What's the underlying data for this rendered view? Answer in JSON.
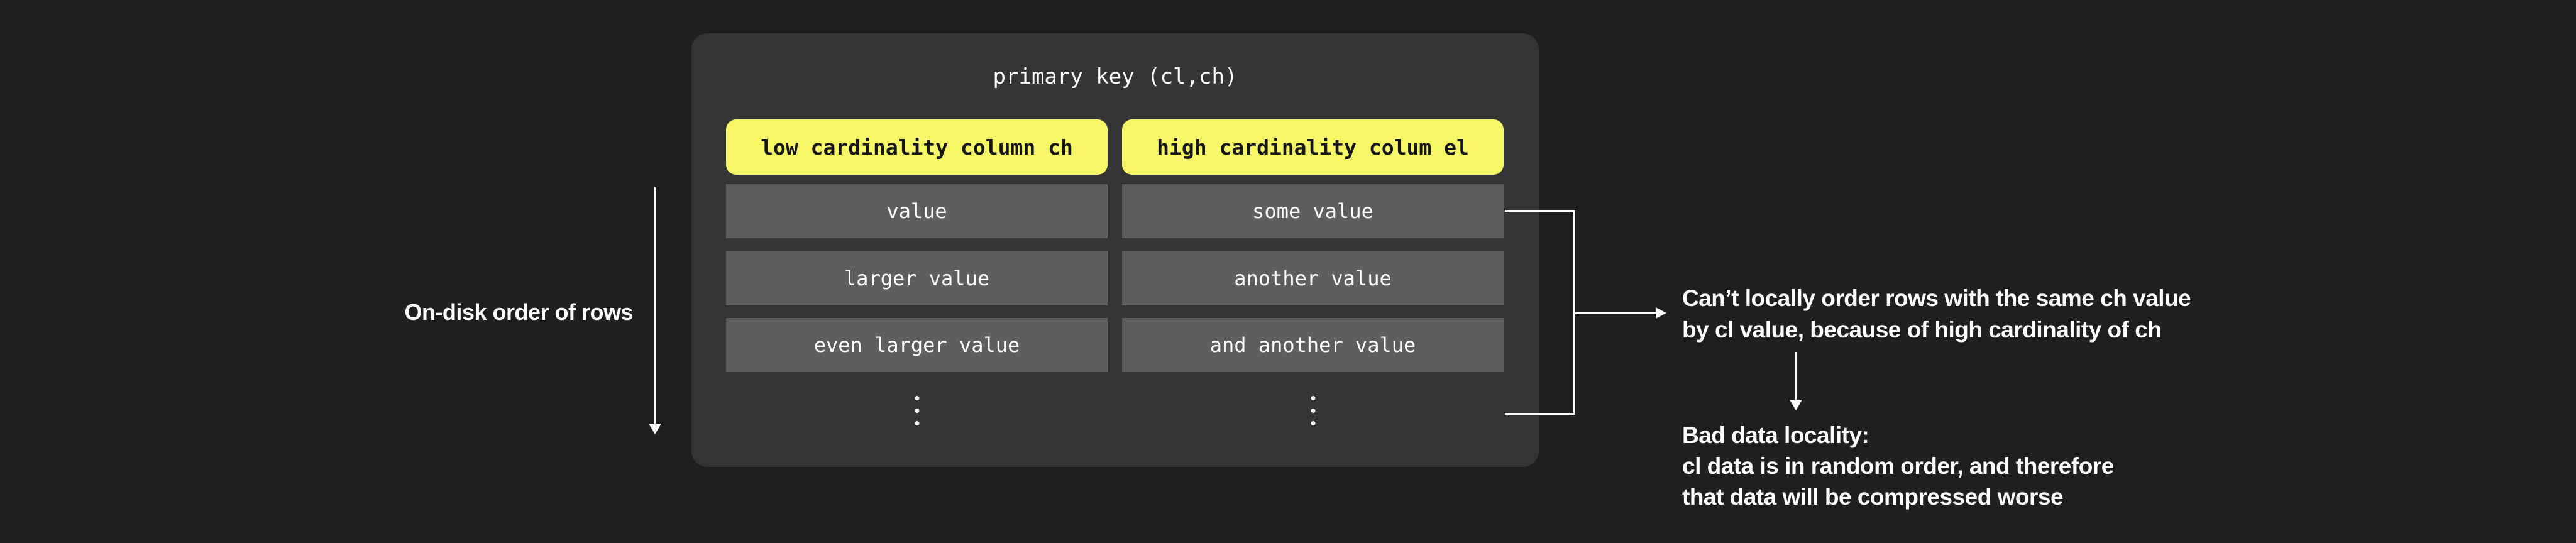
{
  "colors": {
    "background": "#201f1d",
    "panel": "#343434",
    "column_header": "#f7f666",
    "row": "#5e5e5e",
    "text_light": "#ffffff",
    "text_dark": "#161616"
  },
  "panel": {
    "title": "primary key (cl,ch)",
    "columns": [
      {
        "header": "low cardinality column ch",
        "rows": [
          "value",
          "larger value",
          "even larger value"
        ]
      },
      {
        "header": "high cardinality colum el",
        "rows": [
          "some value",
          "another value",
          "and another value"
        ]
      }
    ],
    "ellipsis_icon": "⋮"
  },
  "annotations": {
    "left_label": "On-disk order of rows",
    "note1": {
      "line1": "Can’t locally order rows with the same ch value",
      "line2": "by cl value, because of high cardinality of ch"
    },
    "note2": {
      "line1": "Bad data locality:",
      "line2": "cl data is in random order, and therefore",
      "line3": "that data will be compressed worse"
    }
  }
}
